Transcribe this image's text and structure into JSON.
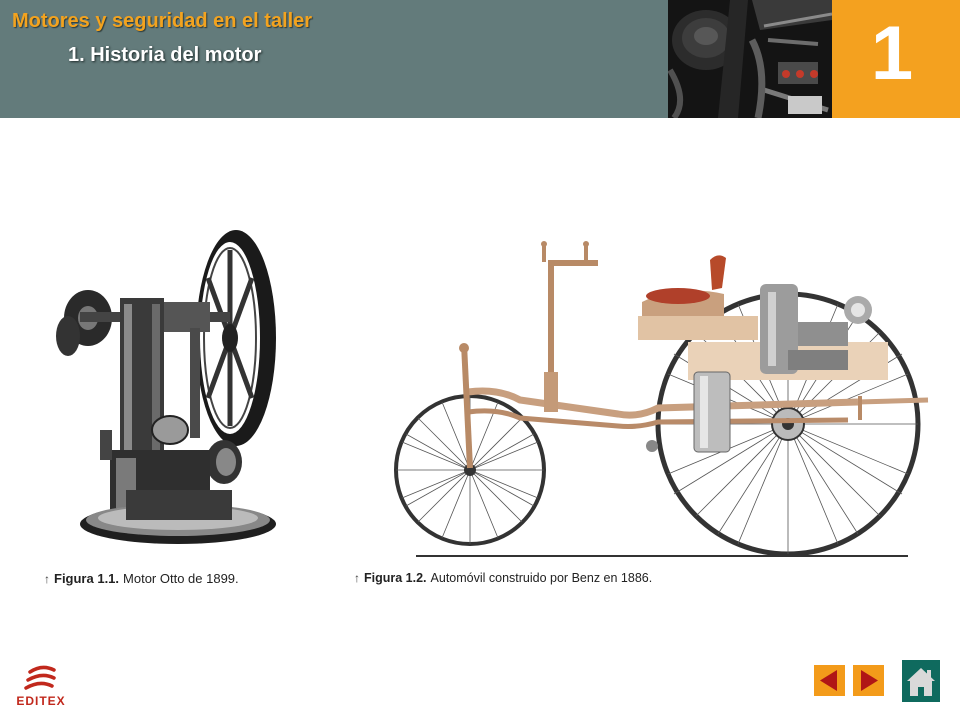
{
  "header": {
    "course_title": "Motores y seguridad en el taller",
    "section_title": "1. Historia del motor",
    "chapter_number": "1"
  },
  "figures": [
    {
      "arrow": "↑",
      "label": "Figura 1.1.",
      "caption": "Motor Otto de 1899."
    },
    {
      "arrow": "↑",
      "label": "Figura 1.2.",
      "caption": "Automóvil construido por Benz en 1886."
    }
  ],
  "footer": {
    "logo_text": "EDITEX",
    "nav": {
      "prev_icon": "arrow-left-icon",
      "next_icon": "arrow-right-icon",
      "home_icon": "home-icon"
    }
  },
  "colors": {
    "header_bg": "#637b7b",
    "accent_orange": "#f4a11f",
    "home_green": "#0f6a5e",
    "logo_red": "#c1281c"
  }
}
